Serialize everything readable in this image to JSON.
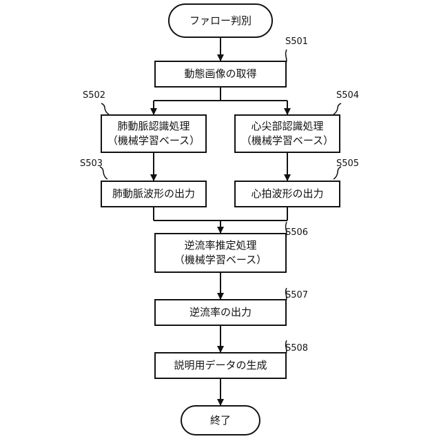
{
  "flowchart": {
    "start": {
      "label": "ファロー判別"
    },
    "end": {
      "label": "終了"
    },
    "steps": {
      "s501": {
        "id": "S501",
        "line1": "動態画像の取得"
      },
      "s502": {
        "id": "S502",
        "line1": "肺動脈認識処理",
        "line2": "（機械学習ベース）"
      },
      "s503": {
        "id": "S503",
        "line1": "肺動脈波形の出力"
      },
      "s504": {
        "id": "S504",
        "line1": "心尖部認識処理",
        "line2": "（機械学習ベース）"
      },
      "s505": {
        "id": "S505",
        "line1": "心拍波形の出力"
      },
      "s506": {
        "id": "S506",
        "line1": "逆流率推定処理",
        "line2": "（機械学習ベース）"
      },
      "s507": {
        "id": "S507",
        "line1": "逆流率の出力"
      },
      "s508": {
        "id": "S508",
        "line1": "説明用データの生成"
      }
    }
  }
}
